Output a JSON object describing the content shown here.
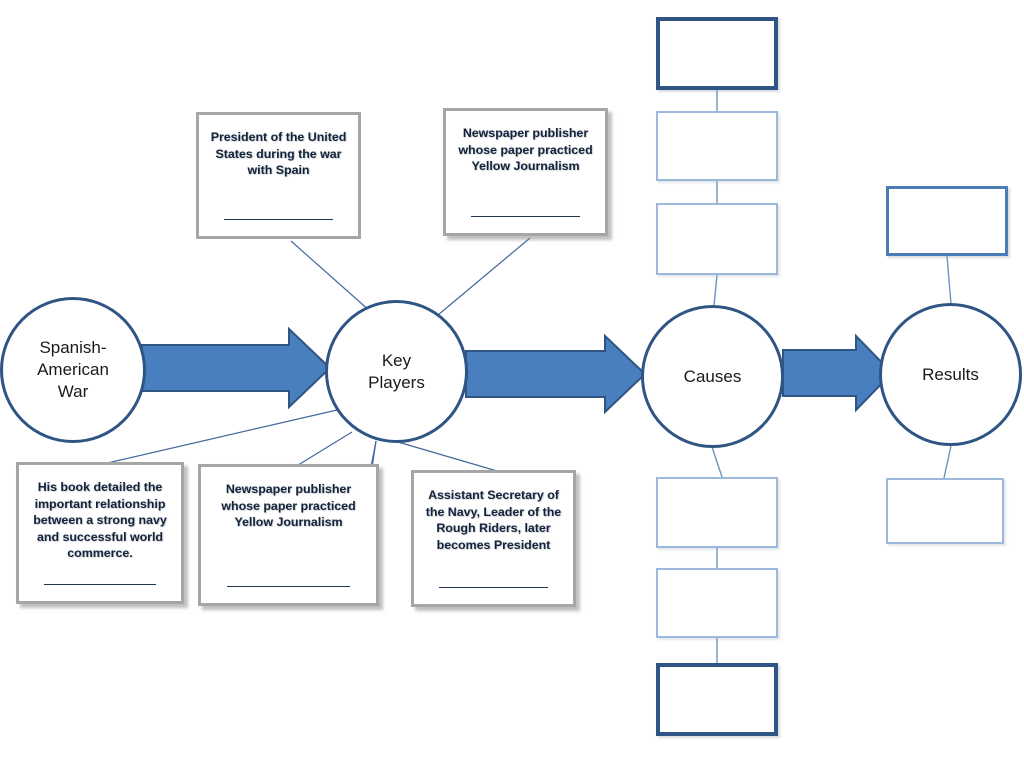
{
  "diagram": {
    "title": "Spanish-American War graphic organizer",
    "colors": {
      "circle_border": "#2e5584",
      "arrow_fill": "#4a7fbf",
      "arrow_border": "#2e5584",
      "connector_line": "#44699b",
      "card_border": "#a6a6a6",
      "card_text": "#12243d",
      "box_thick_border": "#2e5584",
      "box_thin_border": "#9cb8dc",
      "background": "#ffffff"
    },
    "nodes": [
      {
        "id": "spanish-american-war",
        "label": "Spanish-\nAmerican\nWar",
        "shape": "circle"
      },
      {
        "id": "key-players",
        "label": "Key\nPlayers",
        "shape": "circle"
      },
      {
        "id": "causes",
        "label": "Causes",
        "shape": "circle"
      },
      {
        "id": "results",
        "label": "Results",
        "shape": "circle"
      }
    ],
    "arrows": [
      {
        "id": "arrow-war-to-key-players",
        "from": "spanish-american-war",
        "to": "key-players",
        "direction": "right"
      },
      {
        "id": "arrow-key-players-to-causes",
        "from": "key-players",
        "to": "causes",
        "direction": "right"
      },
      {
        "id": "arrow-causes-to-results",
        "from": "causes",
        "to": "results",
        "direction": "right"
      }
    ],
    "cards": [
      {
        "id": "president",
        "text": "President of the United States during the war with Spain",
        "has_answer_blank": true,
        "answer_value": "",
        "connects_to": "key-players"
      },
      {
        "id": "publisher-top",
        "text": "Newspaper publisher whose paper practiced Yellow Journalism",
        "has_answer_blank": true,
        "answer_value": "",
        "connects_to": "key-players"
      },
      {
        "id": "mahan",
        "text": "His book detailed the important relationship between a strong navy and successful world commerce.",
        "has_answer_blank": true,
        "answer_value": "",
        "connects_to": "key-players"
      },
      {
        "id": "publisher-bottom",
        "text": "Newspaper publisher whose paper practiced Yellow Journalism",
        "has_answer_blank": true,
        "answer_value": "",
        "connects_to": "key-players"
      },
      {
        "id": "roosevelt",
        "text": "Assistant Secretary of the Navy, Leader of the Rough Riders, later becomes President",
        "has_answer_blank": true,
        "answer_value": "",
        "connects_to": "key-players"
      }
    ],
    "blank_boxes": [
      {
        "id": "cause-box-1",
        "column": "causes",
        "position": "above",
        "order": 1,
        "value": "",
        "border_weight": "thick"
      },
      {
        "id": "cause-box-2",
        "column": "causes",
        "position": "above",
        "order": 2,
        "value": "",
        "border_weight": "thin"
      },
      {
        "id": "cause-box-3",
        "column": "causes",
        "position": "above",
        "order": 3,
        "value": "",
        "border_weight": "thin"
      },
      {
        "id": "cause-box-4",
        "column": "causes",
        "position": "below",
        "order": 4,
        "value": "",
        "border_weight": "thin"
      },
      {
        "id": "cause-box-5",
        "column": "causes",
        "position": "below",
        "order": 5,
        "value": "",
        "border_weight": "thin"
      },
      {
        "id": "cause-box-6",
        "column": "causes",
        "position": "below",
        "order": 6,
        "value": "",
        "border_weight": "thick"
      },
      {
        "id": "result-box-1",
        "column": "results",
        "position": "above",
        "order": 1,
        "value": "",
        "border_weight": "medium"
      },
      {
        "id": "result-box-2",
        "column": "results",
        "position": "below",
        "order": 2,
        "value": "",
        "border_weight": "thin"
      }
    ]
  }
}
